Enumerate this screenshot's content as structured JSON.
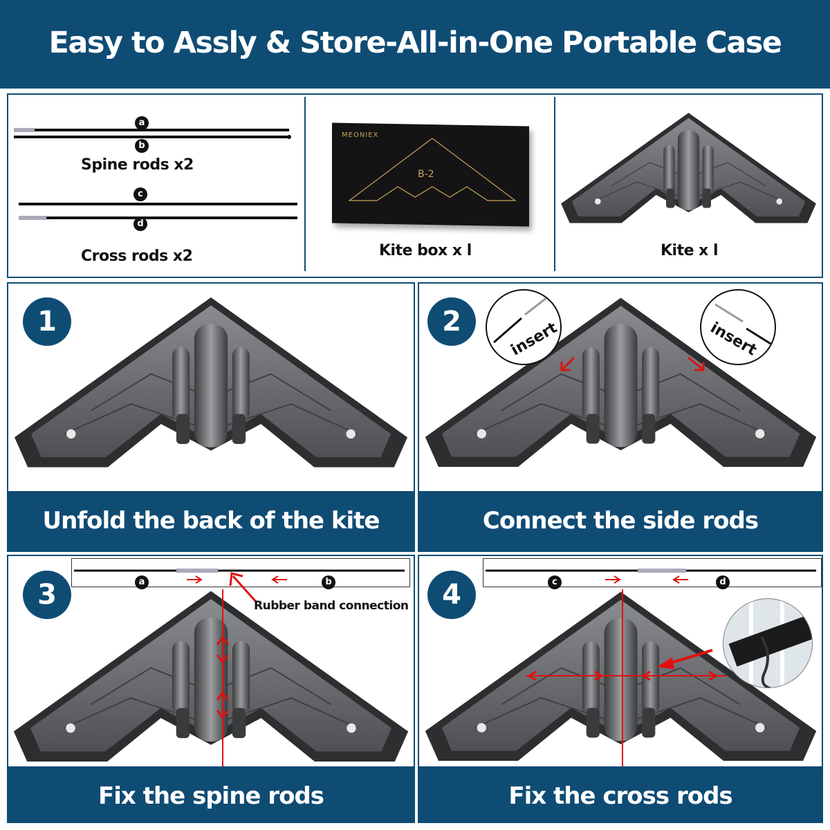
{
  "header": {
    "title": "Easy to Assly & Store-All-in-One Portable Case"
  },
  "parts": {
    "spine": {
      "label": "Spine rods  x2",
      "end_a": "a",
      "end_b": "b"
    },
    "cross": {
      "label": "Cross rods  x2",
      "end_c": "c",
      "end_d": "d"
    },
    "box": {
      "label": "Kite box  x l",
      "brand": "MEONIEX",
      "model": "B-2"
    },
    "kite": {
      "label": "Kite  x l"
    }
  },
  "steps": [
    {
      "number": "1",
      "caption": "Unfold the back of the kite"
    },
    {
      "number": "2",
      "caption": "Connect the side rods",
      "callout_left": "insert",
      "callout_right": "insert"
    },
    {
      "number": "3",
      "caption": "Fix the spine rods",
      "end_a": "a",
      "end_b": "b",
      "note": "Rubber band connection"
    },
    {
      "number": "4",
      "caption": "Fix the cross rods",
      "end_c": "c",
      "end_d": "d"
    }
  ],
  "colors": {
    "brand_blue": "#0f4c74",
    "arrow_red": "#e01010",
    "kite_gray": "#6b6d70"
  }
}
